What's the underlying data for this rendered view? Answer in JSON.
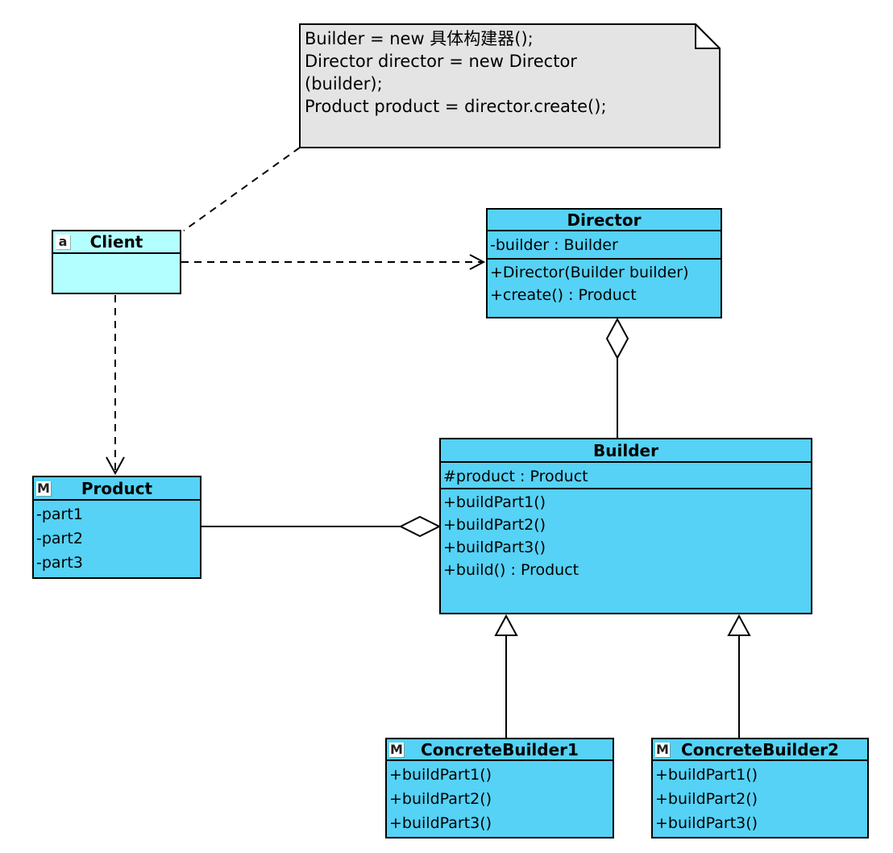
{
  "note": {
    "lines": [
      "Builder = new 具体构建器();",
      "Director director = new Director",
      "(builder);",
      "Product product = director.create();"
    ]
  },
  "classes": {
    "client": {
      "icon": "a",
      "name": "Client",
      "attributes": [],
      "methods": []
    },
    "director": {
      "name": "Director",
      "attributes": [
        "-builder : Builder"
      ],
      "methods": [
        "+Director(Builder builder)",
        "+create() : Product"
      ]
    },
    "product": {
      "icon": "M",
      "name": "Product",
      "attributes": [
        "-part1",
        "-part2",
        "-part3"
      ],
      "methods": []
    },
    "builder": {
      "name": "Builder",
      "attributes": [
        "#product : Product"
      ],
      "methods": [
        "+buildPart1()",
        "+buildPart2()",
        "+buildPart3()",
        "+build() : Product"
      ]
    },
    "concrete_builder1": {
      "icon": "M",
      "name": "ConcreteBuilder1",
      "methods": [
        "+buildPart1()",
        "+buildPart2()",
        "+buildPart3()"
      ]
    },
    "concrete_builder2": {
      "icon": "M",
      "name": "ConcreteBuilder2",
      "methods": [
        "+buildPart1()",
        "+buildPart2()",
        "+buildPart3()"
      ]
    }
  },
  "relationships": [
    {
      "from": "note",
      "to": "Client",
      "type": "note-anchor",
      "style": "dashed"
    },
    {
      "from": "Client",
      "to": "Director",
      "type": "dependency",
      "style": "dashed-open-arrow"
    },
    {
      "from": "Client",
      "to": "Product",
      "type": "dependency",
      "style": "dashed-open-arrow"
    },
    {
      "from": "Director",
      "to": "Builder",
      "type": "aggregation",
      "style": "solid-hollow-diamond-at-Director"
    },
    {
      "from": "Product",
      "to": "Builder",
      "type": "aggregation",
      "style": "solid-hollow-diamond-at-Builder"
    },
    {
      "from": "ConcreteBuilder1",
      "to": "Builder",
      "type": "generalization",
      "style": "solid-hollow-triangle"
    },
    {
      "from": "ConcreteBuilder2",
      "to": "Builder",
      "type": "generalization",
      "style": "solid-hollow-triangle"
    }
  ],
  "colors": {
    "class_fill": "#55d2f5",
    "client_fill": "#b3ffff",
    "note_fill": "#e4e4e4",
    "border": "#000000",
    "background": "#ffffff"
  }
}
